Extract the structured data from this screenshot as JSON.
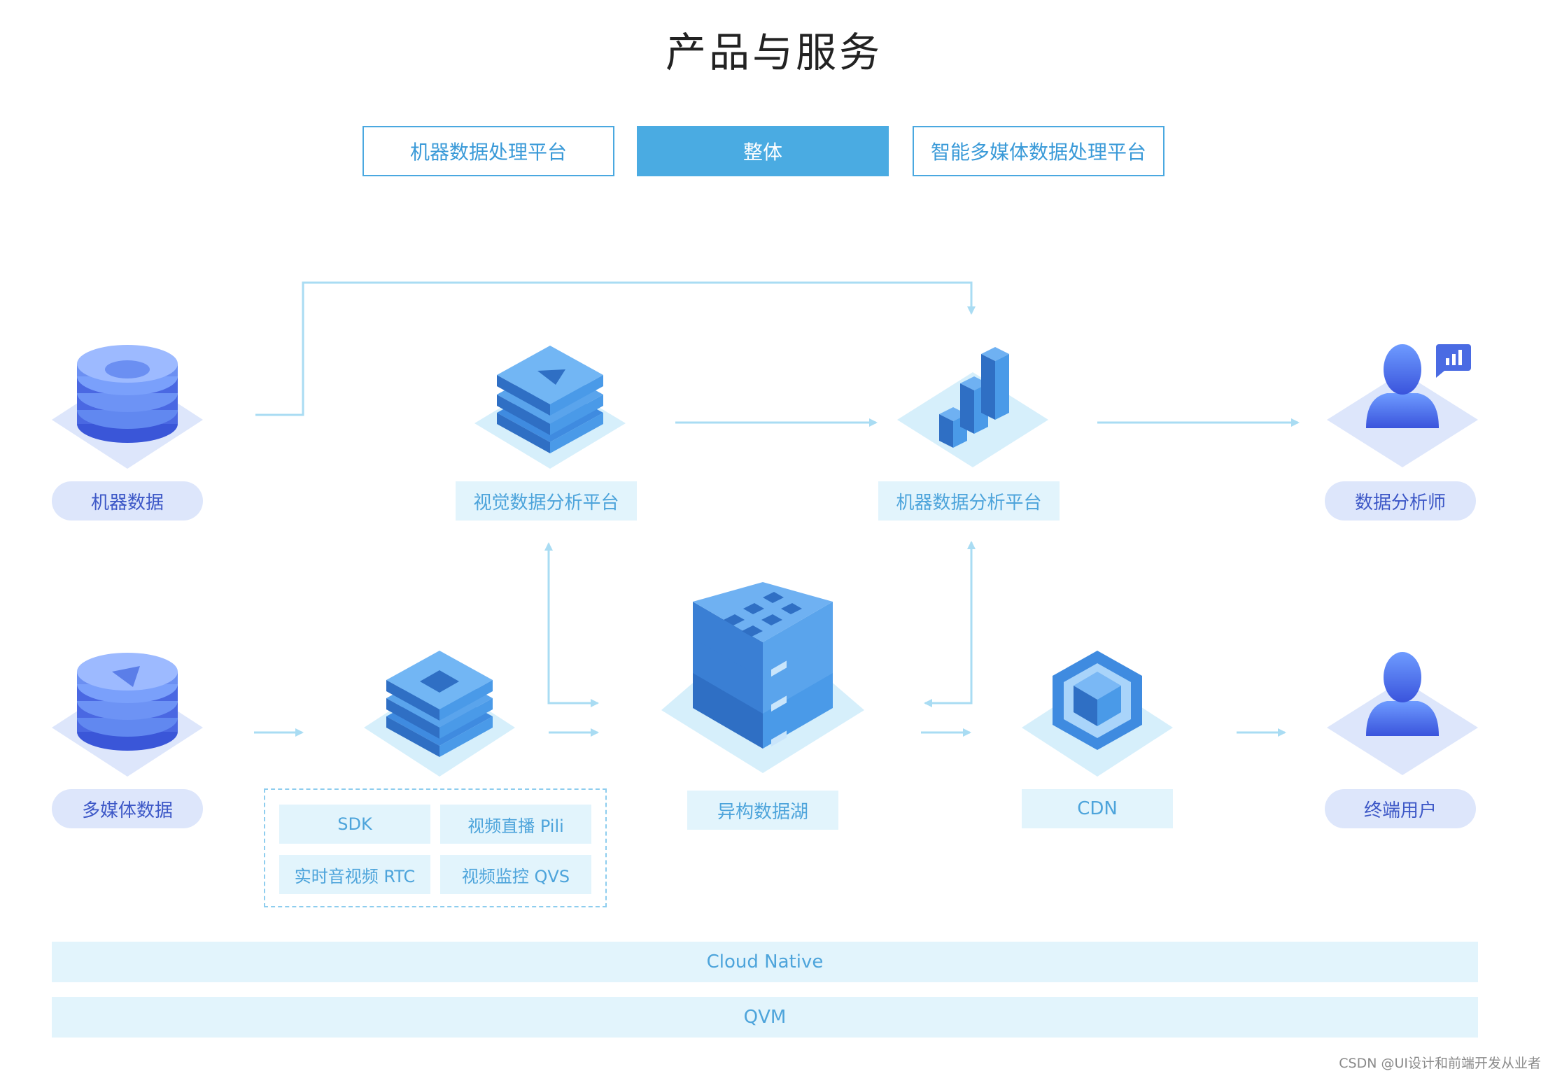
{
  "title": "产品与服务",
  "tabs": [
    {
      "label": "机器数据处理平台",
      "active": false
    },
    {
      "label": "整体",
      "active": true
    },
    {
      "label": "智能多媒体数据处理平台",
      "active": false
    }
  ],
  "nodes": {
    "machine_data": "机器数据",
    "multimedia_data": "多媒体数据",
    "visual_platform": "视觉数据分析平台",
    "machine_platform": "机器数据分析平台",
    "data_analyst": "数据分析师",
    "data_lake": "异构数据湖",
    "cdn": "CDN",
    "end_user": "终端用户"
  },
  "products": [
    "SDK",
    "视频直播 Pili",
    "实时音视频 RTC",
    "视频监控 QVS"
  ],
  "layers": [
    "Cloud Native",
    "QVM"
  ],
  "watermark": "CSDN @UI设计和前端开发从业者",
  "colors": {
    "accent": "#4aabe2",
    "pill_bg": "#dde6fb",
    "pill_text": "#3d58c7",
    "box_bg": "#e2f4fc",
    "box_text": "#4da4db",
    "connector": "#a9dcf3"
  }
}
